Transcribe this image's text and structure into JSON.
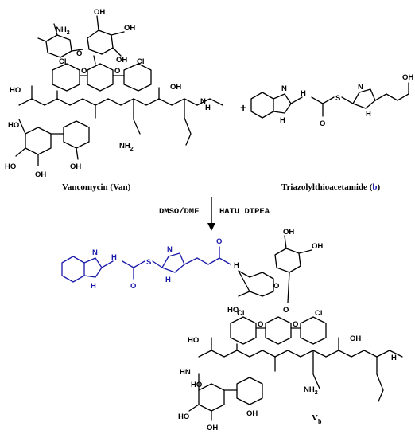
{
  "reactant_a": {
    "label": "Vancomycin (Van)"
  },
  "reactant_b": {
    "label_prefix": "Triazolylthioacetamide (",
    "label_letter": "b",
    "label_suffix": ")"
  },
  "plus_sign": "+",
  "reaction": {
    "solvent": "DMSO/DMF",
    "reagents": "HATU DIPEA"
  },
  "product": {
    "label_main": "V",
    "label_sub": "b"
  },
  "atoms": {
    "oh": "OH",
    "ho": "HO",
    "nh2": "NH2",
    "nh2_main": "NH",
    "nh2_sub": "2",
    "nh": "NH",
    "hn": "HN",
    "h": "H",
    "n": "N",
    "o": "O",
    "s": "S",
    "cl": "Cl"
  },
  "colors": {
    "bond": "#000000",
    "highlight": "#1a1aa8"
  }
}
